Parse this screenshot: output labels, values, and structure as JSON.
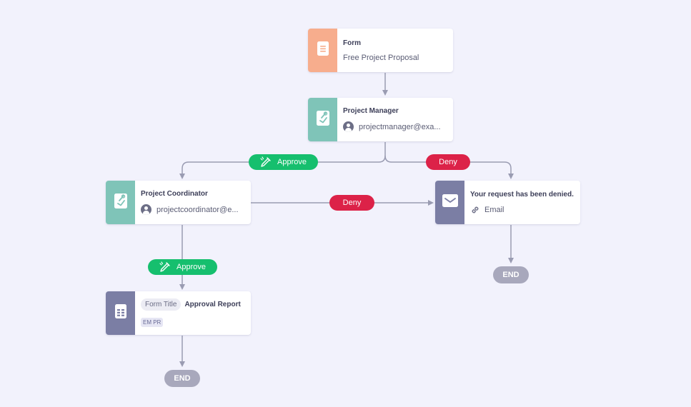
{
  "colors": {
    "canvas_bg": "#f2f2fc",
    "connector": "#9a9cb2",
    "form_accent": "#f7ad8d",
    "approval_accent": "#7fc4b8",
    "email_accent": "#7b7ea4",
    "report_accent": "#7b7ea4",
    "approve_pill": "#16bf6e",
    "deny_pill": "#dc2248",
    "end_pill": "#a8a8bc"
  },
  "nodes": {
    "form": {
      "icon": "document-icon",
      "title": "Form",
      "subtitle": "Free Project Proposal"
    },
    "project_manager": {
      "icon": "approval-pen-icon",
      "title": "Project Manager",
      "assignee": "projectmanager@exa..."
    },
    "project_coordinator": {
      "icon": "approval-pen-icon",
      "title": "Project Coordinator",
      "assignee": "projectcoordinator@e..."
    },
    "denied_email": {
      "icon": "envelope-icon",
      "title": "Your request has been denied.",
      "link_icon": "link-icon",
      "subtitle": "Email"
    },
    "approval_report": {
      "icon": "report-icon",
      "field_tag": "Form Title",
      "title": "Approval Report",
      "initials": "EM PR"
    }
  },
  "branches": {
    "pm_approve": {
      "label": "Approve",
      "icon": "pen-icon"
    },
    "pm_deny": {
      "label": "Deny"
    },
    "pc_deny": {
      "label": "Deny"
    },
    "pc_approve": {
      "label": "Approve",
      "icon": "pen-icon"
    }
  },
  "ends": {
    "email_end": "END",
    "report_end": "END"
  }
}
